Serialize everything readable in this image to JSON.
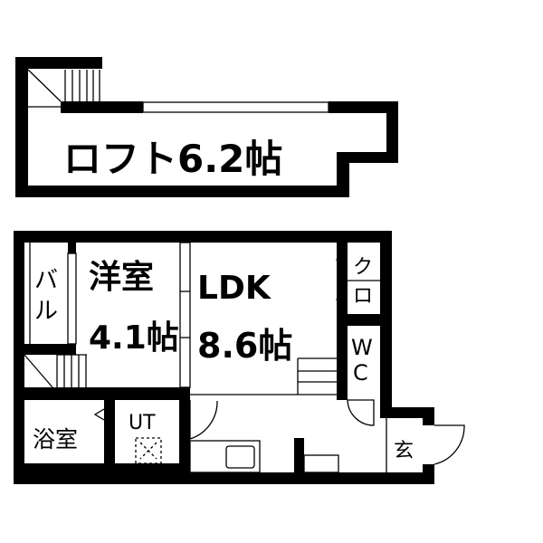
{
  "loft": {
    "label": "ロフト6.2帖"
  },
  "rooms": {
    "western": {
      "name": "洋室",
      "size": "4.1帖"
    },
    "ldk": {
      "name": "LDK",
      "size": "8.6帖"
    },
    "balcony": {
      "chars": [
        "バ",
        "ル"
      ]
    },
    "bath": {
      "label": "浴室"
    },
    "utility": {
      "label": "UT"
    },
    "closet": {
      "chars": [
        "ク",
        "ロ"
      ]
    },
    "toilet": {
      "chars": [
        "W",
        "C"
      ]
    },
    "entrance": {
      "label": "玄"
    }
  },
  "colors": {
    "wall": "#000000",
    "background": "#ffffff"
  }
}
